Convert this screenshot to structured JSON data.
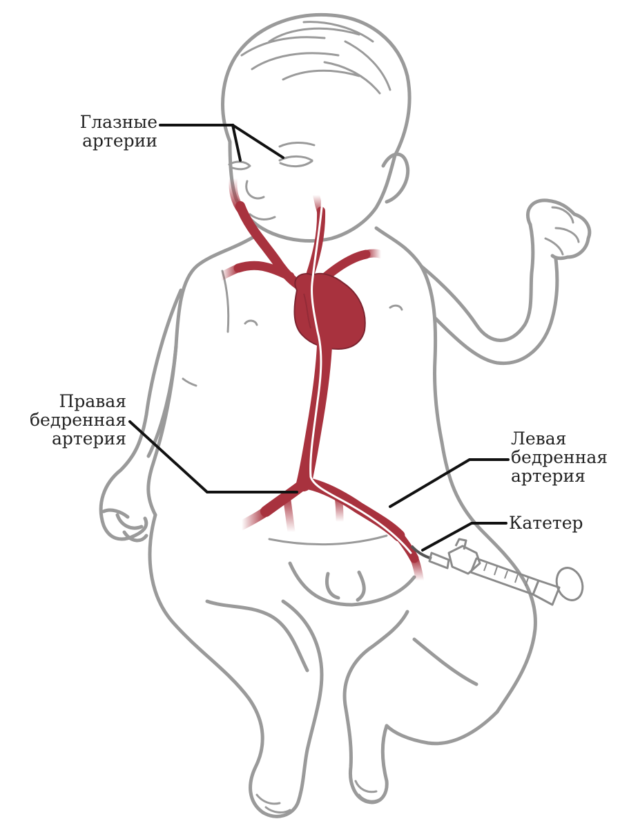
{
  "labels": {
    "ophthalmic": {
      "line1": "Глазные",
      "line2": "артерии"
    },
    "right_femoral": {
      "line1": "Правая",
      "line2": "бедренная",
      "line3": "артерия"
    },
    "left_femoral": {
      "line1": "Левая",
      "line2": "бедренная",
      "line3": "артерия"
    },
    "catheter": {
      "line1": "Катетер"
    }
  },
  "colors": {
    "outline": "#9a9a9a",
    "artery": "#a8323e",
    "artery_dark": "#7d2430",
    "catheter": "#ffffff",
    "leader": "#111111"
  }
}
